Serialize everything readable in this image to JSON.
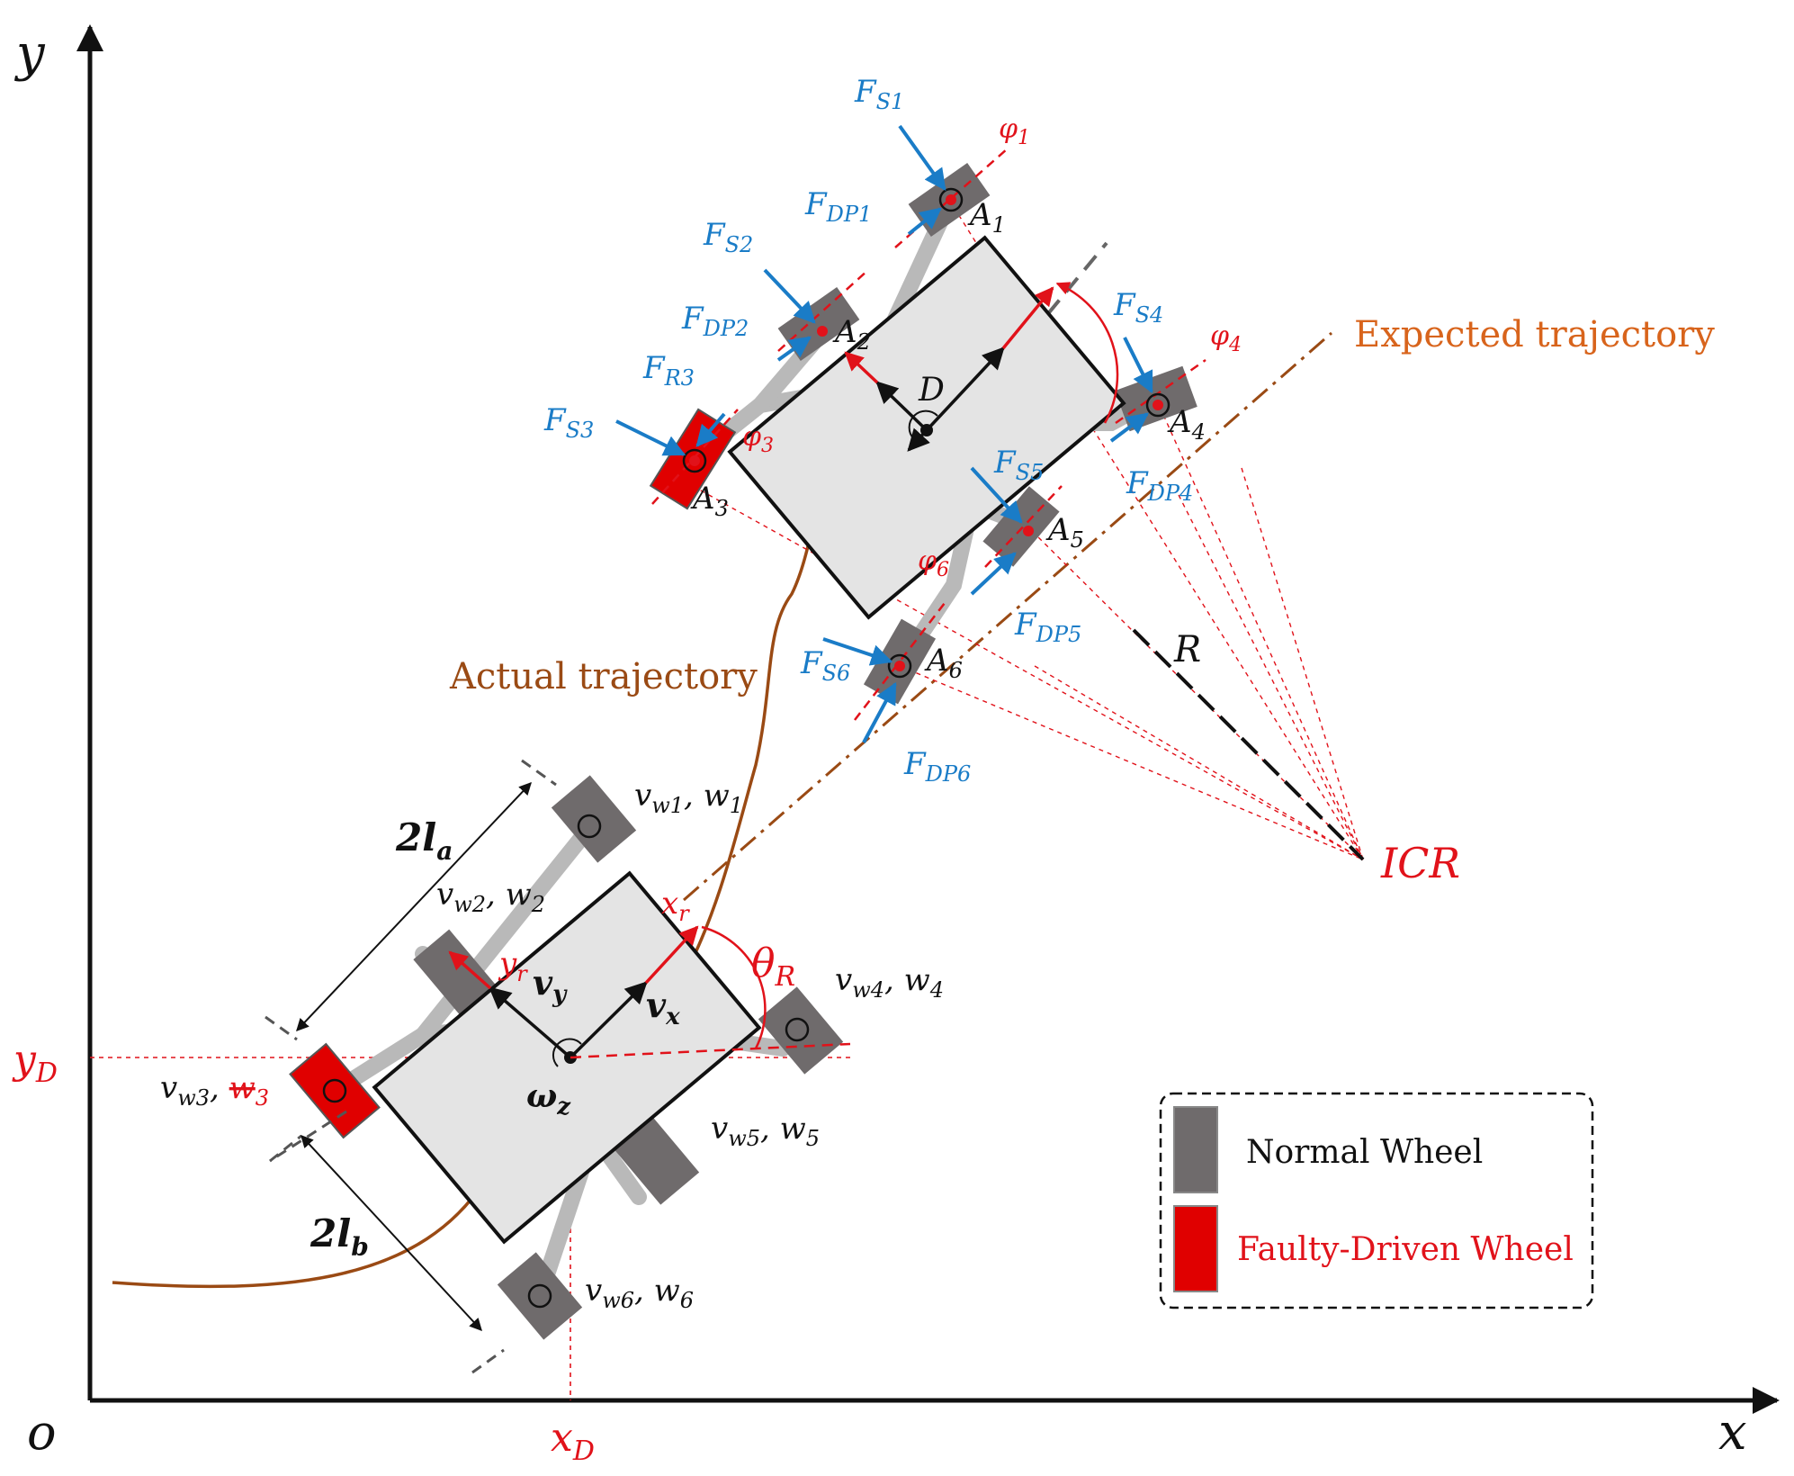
{
  "axes": {
    "origin": "o",
    "x_axis": "x",
    "y_axis": "y",
    "x_marker": "x",
    "x_marker_sub": "D",
    "y_marker": "y",
    "y_marker_sub": "D"
  },
  "trajectories": {
    "expected": "Expected trajectory",
    "actual": "Actual trajectory"
  },
  "lower_robot": {
    "half_length_a": "2l",
    "half_length_a_sub": "a",
    "half_length_b": "2l",
    "half_length_b_sub": "b",
    "vel_x": "v",
    "vel_x_sub": "x",
    "vel_y": "v",
    "vel_y_sub": "y",
    "omega": "ω",
    "omega_sub": "z",
    "frame_x": "x",
    "frame_x_sub": "r",
    "frame_y": "y",
    "frame_y_sub": "r",
    "heading": "θ",
    "heading_sub": "R",
    "wheels": [
      {
        "v": "v",
        "v_sub": "w1",
        "w": "w",
        "w_sub": "1"
      },
      {
        "v": "v",
        "v_sub": "w2",
        "w": "w",
        "w_sub": "2"
      },
      {
        "v": "v",
        "v_sub": "w3",
        "w": "w",
        "w_sub": "3"
      },
      {
        "v": "v",
        "v_sub": "w4",
        "w": "w",
        "w_sub": "4"
      },
      {
        "v": "v",
        "v_sub": "w5",
        "w": "w",
        "w_sub": "5"
      },
      {
        "v": "v",
        "v_sub": "w6",
        "w": "w",
        "w_sub": "6"
      }
    ]
  },
  "upper_robot": {
    "center": "D",
    "radius": "R",
    "icr": "ICR",
    "wheel_points": [
      {
        "t": "A",
        "s": "1"
      },
      {
        "t": "A",
        "s": "2"
      },
      {
        "t": "A",
        "s": "3"
      },
      {
        "t": "A",
        "s": "4"
      },
      {
        "t": "A",
        "s": "5"
      },
      {
        "t": "A",
        "s": "6"
      }
    ],
    "steer_angles": [
      {
        "t": "φ",
        "s": "1"
      },
      {
        "t": "φ",
        "s": "3"
      },
      {
        "t": "φ",
        "s": "4"
      },
      {
        "t": "φ",
        "s": "6"
      }
    ],
    "forces": [
      {
        "t": "F",
        "s": "S1"
      },
      {
        "t": "F",
        "s": "DP1"
      },
      {
        "t": "F",
        "s": "S2"
      },
      {
        "t": "F",
        "s": "DP2"
      },
      {
        "t": "F",
        "s": "R3"
      },
      {
        "t": "F",
        "s": "S3"
      },
      {
        "t": "F",
        "s": "S4"
      },
      {
        "t": "F",
        "s": "DP4"
      },
      {
        "t": "F",
        "s": "S5"
      },
      {
        "t": "F",
        "s": "DP5"
      },
      {
        "t": "F",
        "s": "S6"
      },
      {
        "t": "F",
        "s": "DP6"
      }
    ]
  },
  "legend": {
    "normal": "Normal Wheel",
    "faulty": "Faulty-Driven Wheel"
  },
  "colors": {
    "normal_wheel": "#6f6b6c",
    "faulty_wheel": "#e00000",
    "body_fill": "#e4e4e4",
    "arm": "#b9b9b9",
    "force_blue": "#1a7cc7",
    "annot_red": "#e1121a",
    "trajectory_brown": "#9a4a14"
  }
}
